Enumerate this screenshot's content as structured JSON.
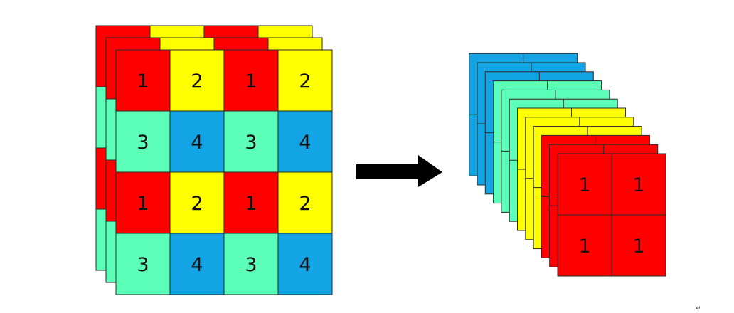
{
  "colors": {
    "1": "#ff0000",
    "2": "#ffff00",
    "3": "#5cffb8",
    "4": "#13a4e6",
    "arrow": "#000000",
    "border": "#2a2a2a",
    "text": "#111111"
  },
  "input_tensor": {
    "grid": [
      [
        "1",
        "2",
        "1",
        "2"
      ],
      [
        "3",
        "4",
        "3",
        "4"
      ],
      [
        "1",
        "2",
        "1",
        "2"
      ],
      [
        "3",
        "4",
        "3",
        "4"
      ]
    ],
    "stack_layers": 3
  },
  "arrow": {
    "direction": "right",
    "icon": "right-arrow-icon"
  },
  "output_tensor": {
    "group_order": [
      "4",
      "3",
      "2",
      "1"
    ],
    "slices_per_group": 3,
    "front_grid": [
      [
        "1",
        "1"
      ],
      [
        "1",
        "1"
      ]
    ]
  },
  "corner_mark": "↵"
}
